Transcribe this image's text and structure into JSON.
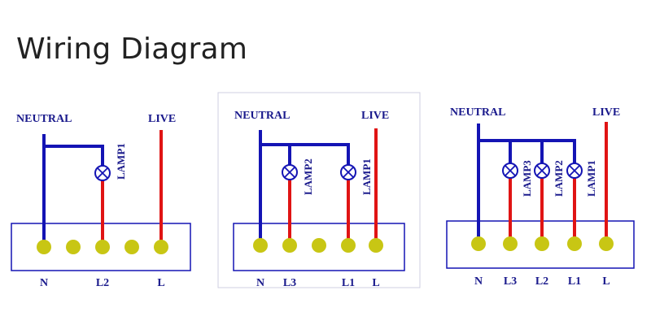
{
  "title": "Wiring Diagram",
  "colors": {
    "neutral_wire": "#1414b4",
    "live_wire": "#e01414",
    "terminal_fill": "#c8c614",
    "label_text": "#1a1a8c",
    "panel_border": "#cfcfe0"
  },
  "diagrams": [
    {
      "neutral_label": "NEUTRAL",
      "live_label": "LIVE",
      "lamps": [
        "LAMP1"
      ],
      "terminals": [
        "N",
        "",
        "L2",
        "",
        "L"
      ]
    },
    {
      "neutral_label": "NEUTRAL",
      "live_label": "LIVE",
      "lamps": [
        "LAMP2",
        "LAMP1"
      ],
      "terminals": [
        "N",
        "L3",
        "",
        "L1",
        "L"
      ]
    },
    {
      "neutral_label": "NEUTRAL",
      "live_label": "LIVE",
      "lamps": [
        "LAMP3",
        "LAMP2",
        "LAMP1"
      ],
      "terminals": [
        "N",
        "L3",
        "L2",
        "L1",
        "L"
      ]
    }
  ]
}
